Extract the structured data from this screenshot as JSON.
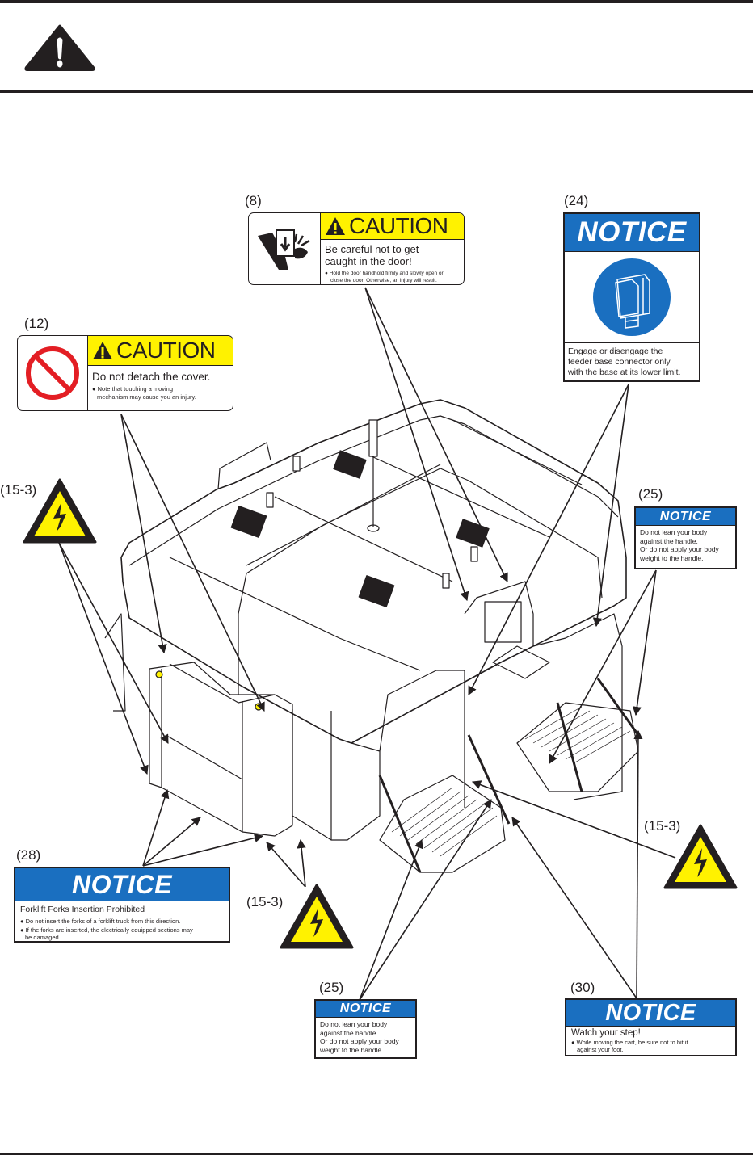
{
  "header": {
    "icon": "warning-triangle-icon"
  },
  "labels": {
    "l8": {
      "ref": "(8)",
      "signal_word": "CAUTION",
      "message": "Be careful not to get caught in the door!",
      "message_line1": "Be careful not to get",
      "message_line2": "caught in the door!",
      "note_line1": "● Hold the door handhold firmly and slowly open or",
      "note_line2": "close the door. Otherwise, an injury will result.",
      "pictogram": "hand-pinch-door-icon"
    },
    "l12": {
      "ref": "(12)",
      "signal_word": "CAUTION",
      "message": "Do not detach the cover.",
      "note_line1": "● Note that touching a moving",
      "note_line2": "mechanism may cause you an injury.",
      "pictogram": "prohibition-icon"
    },
    "l24": {
      "ref": "(24)",
      "signal_word": "NOTICE",
      "line1": "Engage or disengage the",
      "line2": "feeder base connector only",
      "line3": "with the base at its lower limit.",
      "pictogram": "connector-icon"
    },
    "l25a": {
      "ref": "(25)",
      "signal_word": "NOTICE",
      "line1": "Do not lean your body",
      "line2": "against the handle.",
      "line3": "Or do not apply your body",
      "line4": "weight to the handle."
    },
    "l25b": {
      "ref": "(25)",
      "signal_word": "NOTICE",
      "line1": "Do not lean your body",
      "line2": "against the handle.",
      "line3": "Or do not apply your body",
      "line4": "weight to the handle."
    },
    "l28": {
      "ref": "(28)",
      "signal_word": "NOTICE",
      "title": "Forklift Forks Insertion Prohibited",
      "bullet1": "● Do not insert the forks of a forklift truck from this direction.",
      "bullet2a": "● If the forks are inserted,  the electrically equipped sections may",
      "bullet2b": "be damaged."
    },
    "l30": {
      "ref": "(30)",
      "signal_word": "NOTICE",
      "title": "Watch your step!",
      "bullet1a": "● While moving the cart, be sure not to hit it",
      "bullet1b": "against your foot."
    },
    "l15_left": {
      "ref": "(15-3)",
      "pictogram": "high-voltage-icon"
    },
    "l15_bottom": {
      "ref": "(15-3)",
      "pictogram": "high-voltage-icon"
    },
    "l15_right": {
      "ref": "(15-3)",
      "pictogram": "high-voltage-icon"
    }
  },
  "colors": {
    "caution_yellow": "#fff200",
    "notice_blue": "#1a6fc0",
    "prohibit_red": "#e31e24",
    "ink": "#231f20"
  }
}
